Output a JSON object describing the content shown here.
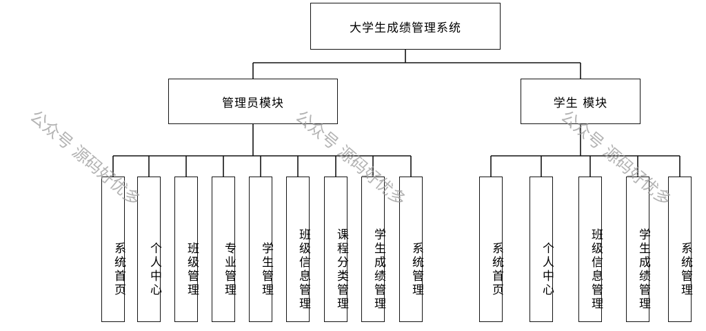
{
  "root": {
    "label": "大学生成绩管理系统"
  },
  "modules": [
    {
      "label": "管理员模块",
      "children": [
        "系统首页",
        "个人中心",
        "班级管理",
        "专业管理",
        "学生管理",
        "班级信息管理",
        "课程分类管理",
        "学生成绩管理",
        "系统管理"
      ]
    },
    {
      "label": "学生 模块",
      "children": [
        "系统首页",
        "个人中心",
        "班级信息管理",
        "学生成绩管理",
        "系统管理"
      ]
    }
  ],
  "watermark": "公众号 源码好优多"
}
